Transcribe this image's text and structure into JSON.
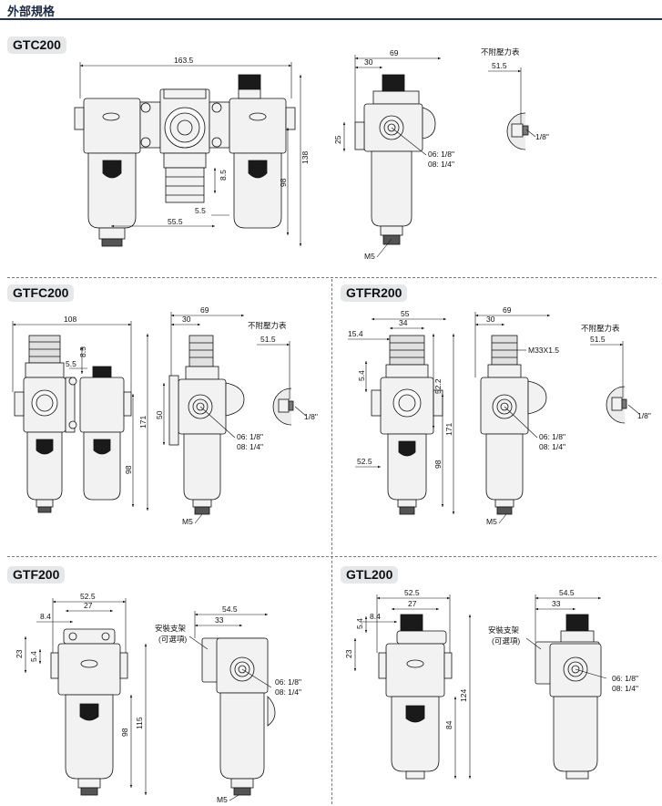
{
  "header": {
    "title": "外部規格"
  },
  "sections": {
    "gtc200": {
      "tag": "GTC200",
      "dims": {
        "width_total": "163.5",
        "depth": "69",
        "depth_offset": "30",
        "height_total": "138",
        "height_lower": "98",
        "gauge_mount": "8.5",
        "drain_offset": "5.5",
        "center_spacing": "55.5",
        "port_height": "25"
      },
      "port_note_1": "06: 1/8\"",
      "port_note_2": "08: 1/4\"",
      "drain": "M5",
      "gauge_note": "不附壓力表",
      "gauge_dim": "51.5",
      "gauge_port": "1/8\""
    },
    "gtfc200": {
      "tag": "GTFC200",
      "dims": {
        "width_total": "108",
        "depth": "69",
        "depth_offset": "30",
        "gauge_mount": "8.5",
        "drain_offset": "5.5",
        "height_total": "171",
        "height_lower": "98",
        "port_height": "50"
      },
      "port_note_1": "06: 1/8\"",
      "port_note_2": "08: 1/4\"",
      "drain": "M5",
      "gauge_note": "不附壓力表",
      "gauge_dim": "51.5",
      "gauge_port": "1/8\""
    },
    "gtfr200": {
      "tag": "GTFR200",
      "dims": {
        "width_total": "55",
        "knob_width": "34",
        "left_offset": "15.4",
        "bracket_height": "5.4",
        "upper_height": "52.2",
        "height_total": "171",
        "height_lower": "98",
        "body_width": "52.5",
        "depth": "69",
        "depth_offset": "30",
        "thread": "M33X1.5"
      },
      "port_note_1": "06: 1/8\"",
      "port_note_2": "08: 1/4\"",
      "drain": "M5",
      "gauge_note": "不附壓力表",
      "gauge_dim": "51.5",
      "gauge_port": "1/8\""
    },
    "gtf200": {
      "tag": "GTF200",
      "dims": {
        "width_total": "52.5",
        "inner_width": "27",
        "left_offset": "8.4",
        "bracket_height": "23",
        "bracket_offset": "5.4",
        "height_lower": "98",
        "height_total": "115",
        "depth": "54.5",
        "depth_offset": "33"
      },
      "bracket_note_1": "安裝支架",
      "bracket_note_2": "(可選項)",
      "port_note_1": "06: 1/8\"",
      "port_note_2": "08: 1/4\"",
      "drain": "M5"
    },
    "gtl200": {
      "tag": "GTL200",
      "dims": {
        "width_total": "52.5",
        "inner_width": "27",
        "left_offset": "8.4",
        "bracket_height": "23",
        "bracket_offset": "5.4",
        "height_total": "124",
        "height_lower": "84",
        "depth": "54.5",
        "depth_offset": "33"
      },
      "bracket_note_1": "安裝支架",
      "bracket_note_2": "(可選項)",
      "port_note_1": "06: 1/8\"",
      "port_note_2": "08: 1/4\""
    }
  },
  "colors": {
    "header_line": "#25324e",
    "tag_bg": "#e6e7e9",
    "body_fill": "#f2f2f2",
    "knob_fill": "#1a1a1a",
    "line": "#111111"
  }
}
